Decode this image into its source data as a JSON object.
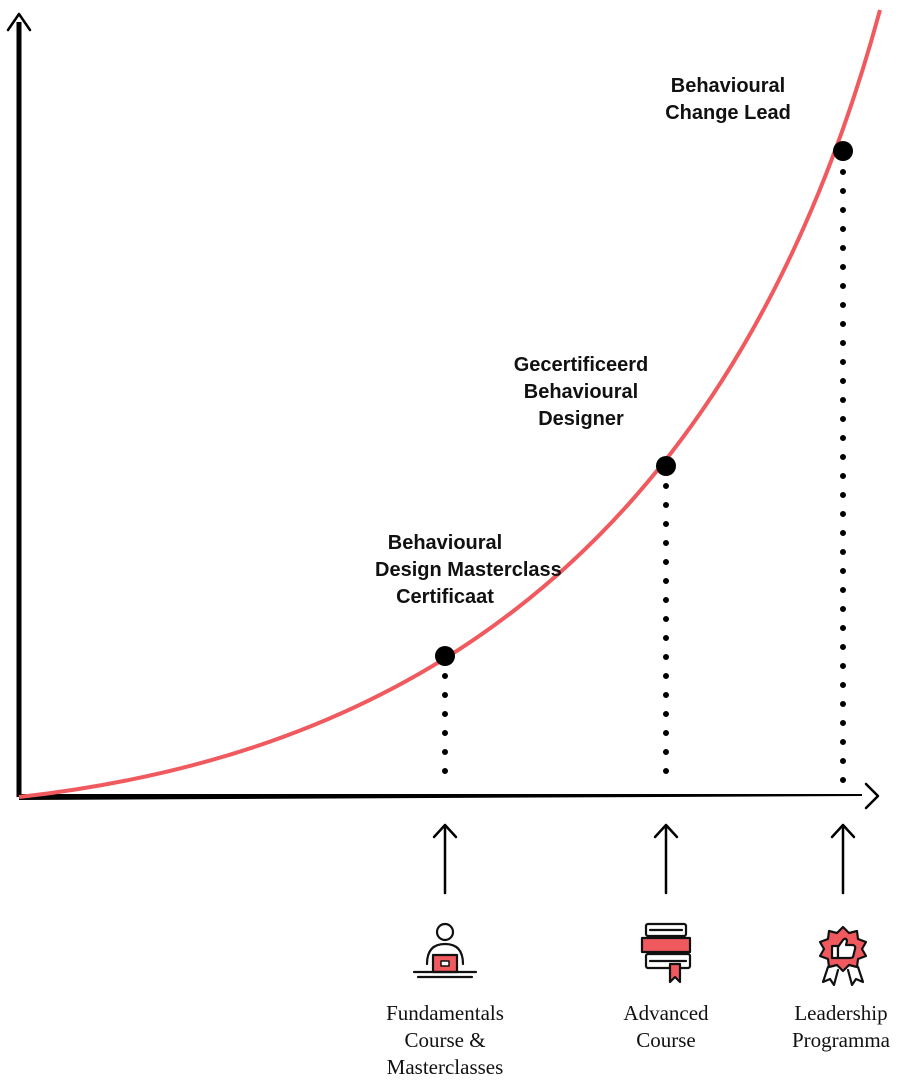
{
  "colors": {
    "curve": "#f05a5f",
    "axis": "#000000",
    "dot": "#000000",
    "icon_accent": "#f05a5f"
  },
  "milestones": [
    {
      "id": "masterclass",
      "lines": [
        "Behavioural",
        "Design Masterclass",
        "Certificaat"
      ]
    },
    {
      "id": "designer",
      "lines": [
        "Gecertificeerd",
        "Behavioural",
        "Designer"
      ]
    },
    {
      "id": "lead",
      "lines": [
        "Behavioural",
        "Change Lead"
      ]
    }
  ],
  "programs": [
    {
      "id": "fundamentals",
      "icon": "person-at-laptop-icon",
      "lines": [
        "Fundamentals",
        "Course &",
        "Masterclasses"
      ]
    },
    {
      "id": "advanced",
      "icon": "books-with-bookmark-icon",
      "lines": [
        "Advanced",
        "Course"
      ]
    },
    {
      "id": "leadership",
      "icon": "thumbs-up-badge-icon",
      "lines": [
        "Leadership",
        "Programma"
      ]
    }
  ]
}
